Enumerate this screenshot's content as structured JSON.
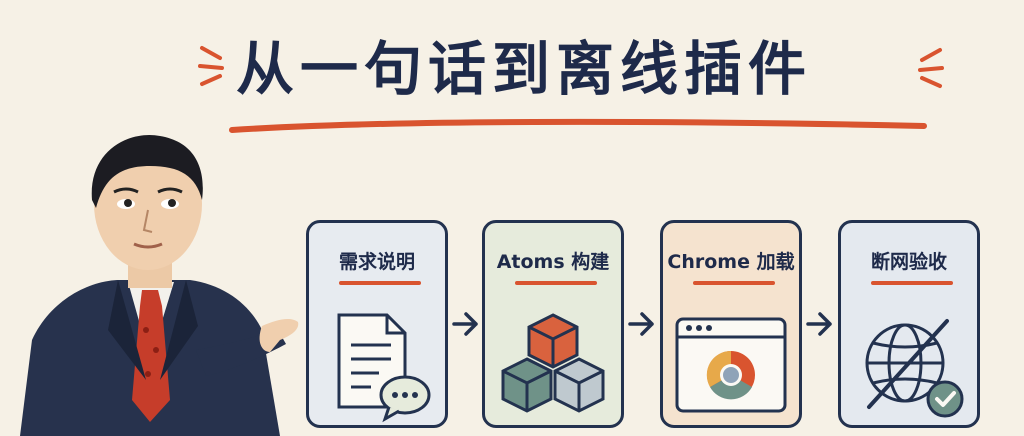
{
  "title": "从一句话到离线插件",
  "steps": [
    {
      "label": "需求说明",
      "icon": "document-chat-icon",
      "bg": "#e7ebf0"
    },
    {
      "label": "Atoms 构建",
      "icon": "cubes-icon",
      "bg": "#e6ebdc"
    },
    {
      "label": "Chrome 加载",
      "icon": "chrome-browser-icon",
      "bg": "#f5e3cf"
    },
    {
      "label": "断网验收",
      "icon": "offline-globe-check-icon",
      "bg": "#e4e9ef"
    }
  ],
  "colors": {
    "ink": "#1e2a4a",
    "accent": "#d9542f",
    "background": "#f6f1e6"
  }
}
